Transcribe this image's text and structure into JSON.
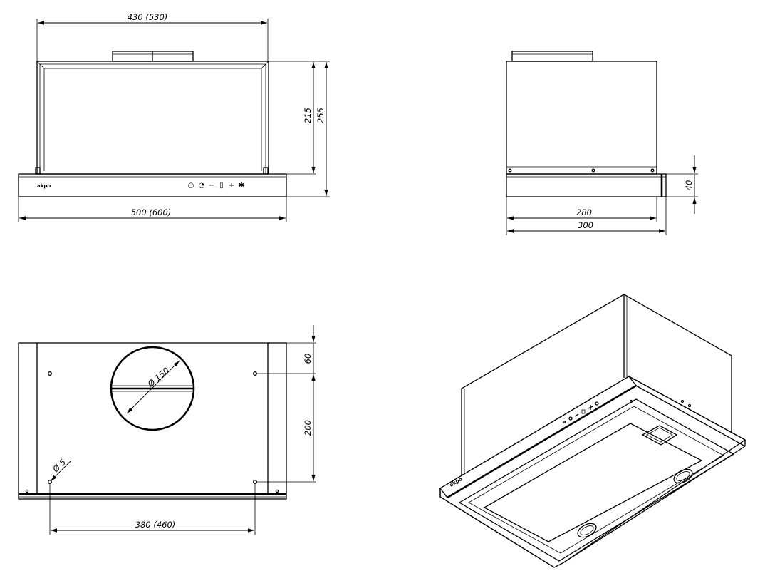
{
  "front_view": {
    "dim_top_width": "430 (530)",
    "dim_bottom_width": "500 (600)",
    "dim_height_body": "215",
    "dim_height_total": "255",
    "brand": "akpo",
    "panel_icons": [
      "○",
      "◔",
      "−",
      "▯",
      "+",
      "✱"
    ]
  },
  "side_view": {
    "dim_depth_inner": "280",
    "dim_depth_total": "300",
    "dim_front_height": "40"
  },
  "top_view": {
    "dim_offset": "60",
    "dim_hole_spacing_depth": "200",
    "dim_outlet": "Ø 150",
    "dim_hole": "Ø 5",
    "dim_hole_spacing_width": "380 (460)"
  },
  "iso_view": {
    "brand": "akpo"
  },
  "colors": {
    "line": "#000000",
    "background": "#ffffff"
  }
}
